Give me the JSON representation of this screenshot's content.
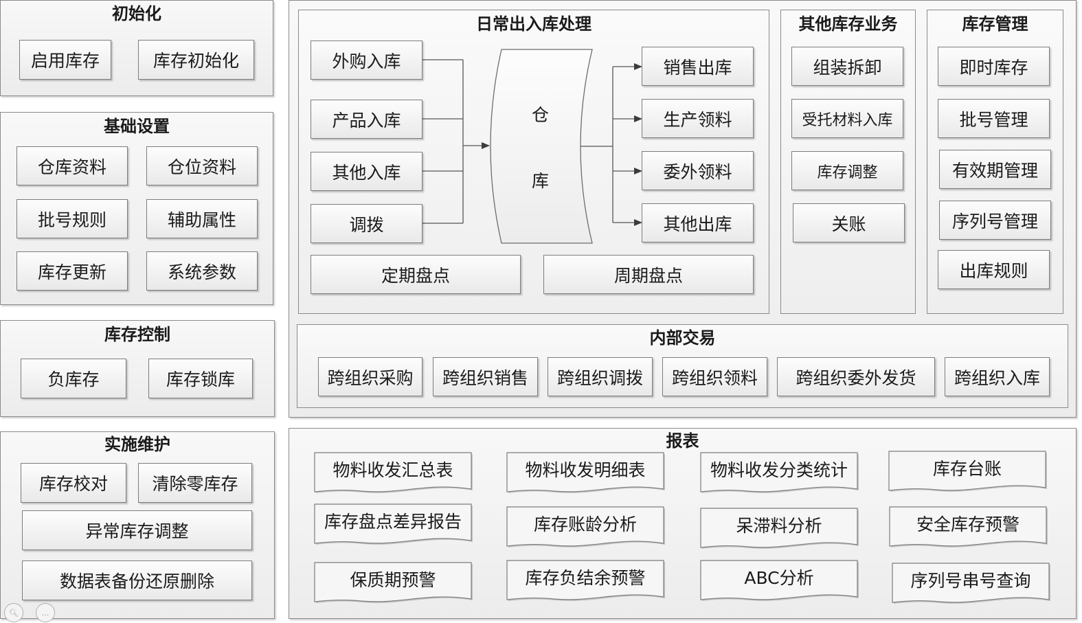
{
  "init": {
    "title": "初始化",
    "items": [
      "启用库存",
      "库存初始化"
    ]
  },
  "basic": {
    "title": "基础设置",
    "items": [
      "仓库资料",
      "仓位资料",
      "批号规则",
      "辅助属性",
      "库存更新",
      "系统参数"
    ]
  },
  "control": {
    "title": "库存控制",
    "items": [
      "负库存",
      "库存锁库"
    ]
  },
  "maintain": {
    "title": "实施维护",
    "items": [
      "库存校对",
      "清除零库存",
      "异常库存调整",
      "数据表备份还原删除"
    ]
  },
  "daily": {
    "title": "日常出入库处理",
    "inbound": [
      "外购入库",
      "产品入库",
      "其他入库",
      "调拨"
    ],
    "warehouse_chars": [
      "仓",
      "库"
    ],
    "outbound": [
      "销售出库",
      "生产领料",
      "委外领料",
      "其他出库"
    ],
    "counts": [
      "定期盘点",
      "周期盘点"
    ]
  },
  "other": {
    "title": "其他库存业务",
    "items": [
      "组装拆卸",
      "受托材料入库",
      "库存调整",
      "关账"
    ]
  },
  "mgmt": {
    "title": "库存管理",
    "items": [
      "即时库存",
      "批号管理",
      "有效期管理",
      "序列号管理",
      "出库规则"
    ]
  },
  "internal": {
    "title": "内部交易",
    "items": [
      "跨组织采购",
      "跨组织销售",
      "跨组织调拨",
      "跨组织领料",
      "跨组织委外发货",
      "跨组织入库"
    ]
  },
  "reports": {
    "title": "报表",
    "items": [
      "物料收发汇总表",
      "物料收发明细表",
      "物料收发分类统计",
      "库存台账",
      "库存盘点差异报告",
      "库存账龄分析",
      "呆滞料分析",
      "安全库存预警",
      "保质期预警",
      "库存负结余预警",
      "ABC分析",
      "序列号串号查询"
    ]
  },
  "colors": {
    "line": "#555555",
    "border": "#7c7c7c"
  }
}
